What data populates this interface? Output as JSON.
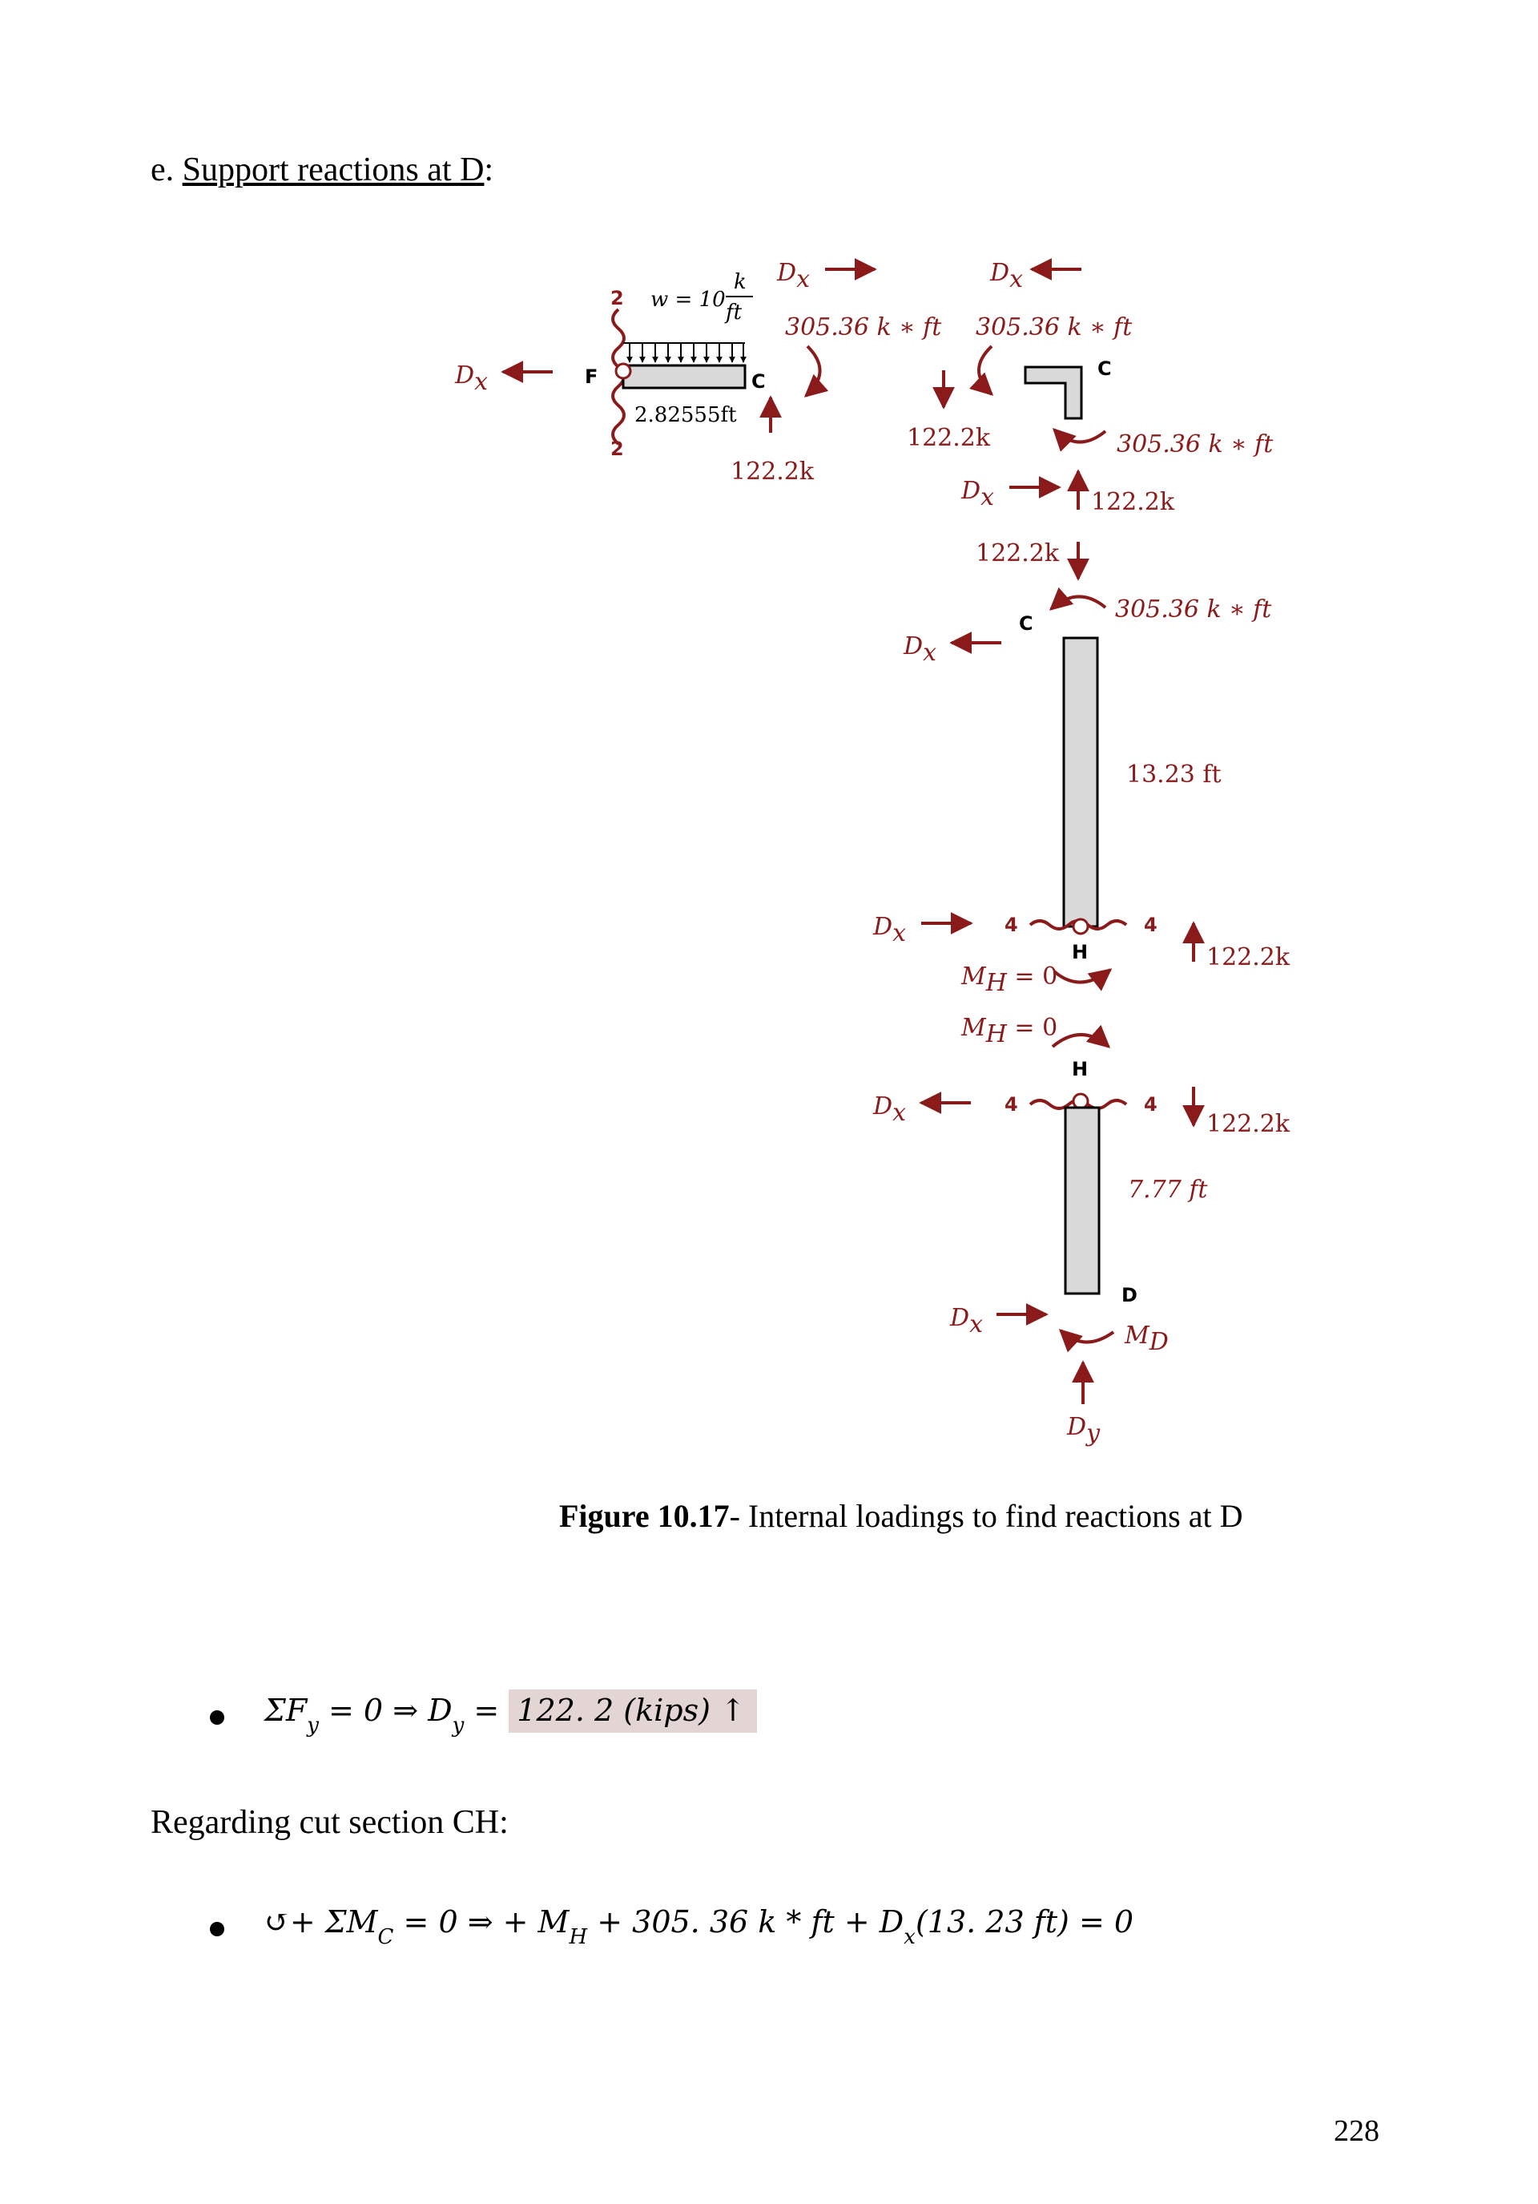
{
  "heading": {
    "prefix": "e. ",
    "underlined": "Support reactions at D",
    "suffix": ":"
  },
  "diagram": {
    "load_label": "w = 10",
    "load_num": "k",
    "load_den": "ft",
    "beam_length": "2.82555ft",
    "points": {
      "F": "F",
      "C": "C",
      "H": "H",
      "D": "D"
    },
    "cut_labels": {
      "two": "2",
      "four": "4"
    },
    "force": {
      "dx": "D",
      "dx_sub": "x",
      "dy": "D",
      "dy_sub": "y"
    },
    "moment": "305.36 k ∗ ft",
    "shear": "122.2k",
    "len_ch": "13.23 ft",
    "len_hd": "7.77 ft",
    "mh": "M",
    "mh_sub": "H",
    "mh_eq": " = 0",
    "md": "M",
    "md_sub": "D"
  },
  "caption": {
    "bold": "Figure 10.17",
    "text": "- Internal loadings to find reactions at D"
  },
  "eq1": {
    "sum": "ΣF",
    "sub_y": "y",
    "mid": " = 0 ⇒ D",
    "answer": "122. 2 (kips) ↑"
  },
  "paragraph": "Regarding cut section CH:",
  "eq2": {
    "start": "↺+ ΣM",
    "sub_c": "C",
    "mid": " = 0 ⇒ + M",
    "sub_h": "H",
    "mid2": " + 305. 36 k * ft + D",
    "sub_x": "x",
    "end": "(13. 23 ft)  = 0"
  },
  "page_number": "228"
}
